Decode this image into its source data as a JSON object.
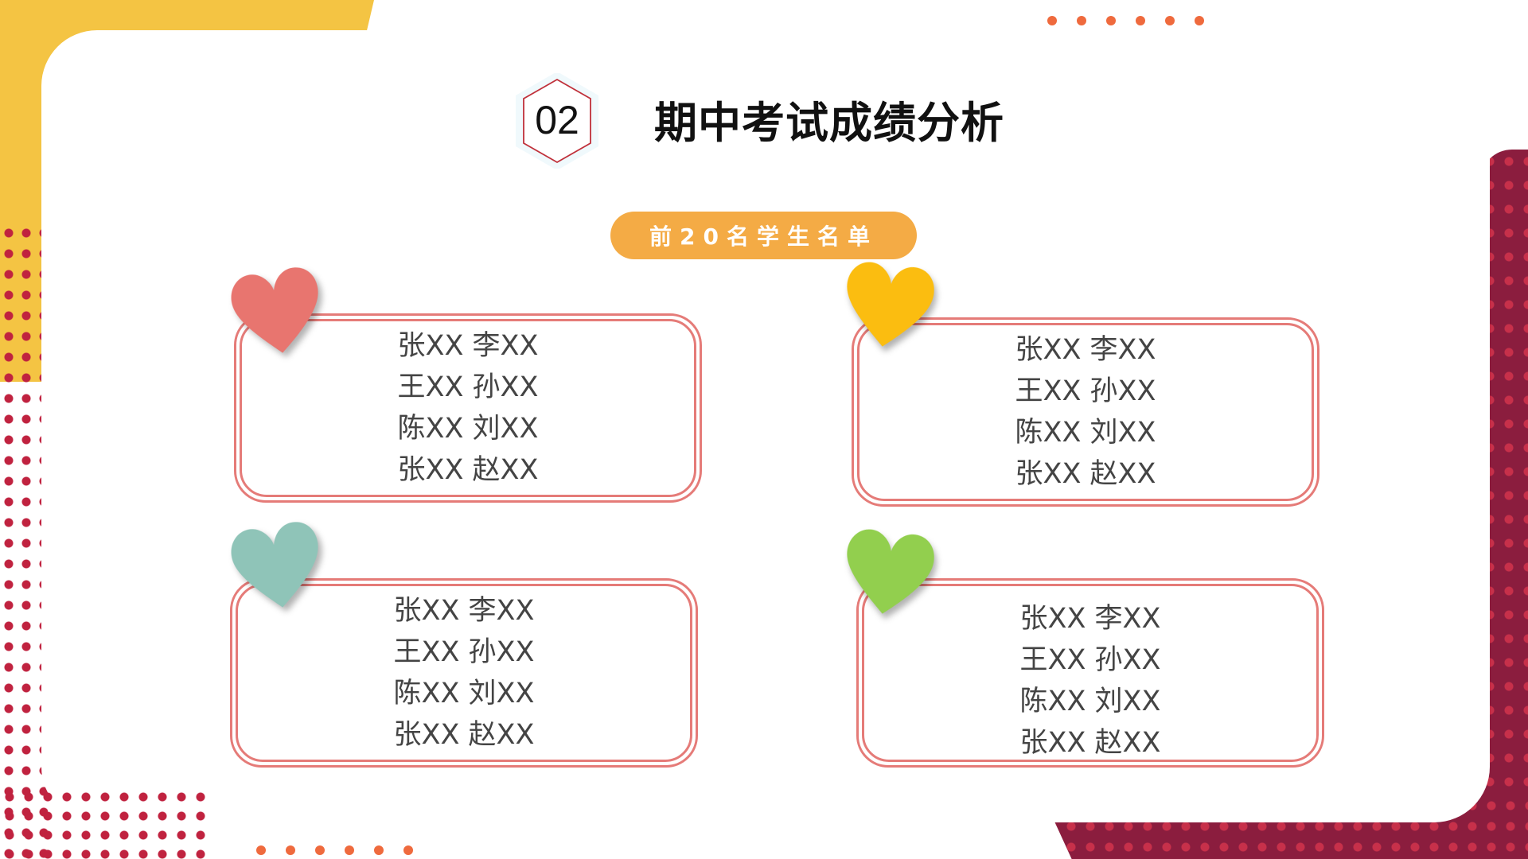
{
  "section_number": "02",
  "title": "期中考试成绩分析",
  "subtitle": "前20名学生名单",
  "colors": {
    "yellow": "#f4c443",
    "crimson": "#8b1d3e",
    "accent_orange": "#f4ab45",
    "box_border": "#e57b78"
  },
  "groups": [
    {
      "heart_color": "#e8756f",
      "names": [
        "张XX 李XX",
        "王XX 孙XX",
        "陈XX 刘XX",
        "张XX 赵XX"
      ]
    },
    {
      "heart_color": "#fbbd10",
      "names": [
        "张XX 李XX",
        "王XX 孙XX",
        "陈XX 刘XX",
        "张XX 赵XX"
      ]
    },
    {
      "heart_color": "#8fc4b8",
      "names": [
        "张XX 李XX",
        "王XX 孙XX",
        "陈XX 刘XX",
        "张XX 赵XX"
      ]
    },
    {
      "heart_color": "#92cf4e",
      "names": [
        "张XX 李XX",
        "王XX 孙XX",
        "陈XX 刘XX",
        "张XX 赵XX"
      ]
    }
  ]
}
